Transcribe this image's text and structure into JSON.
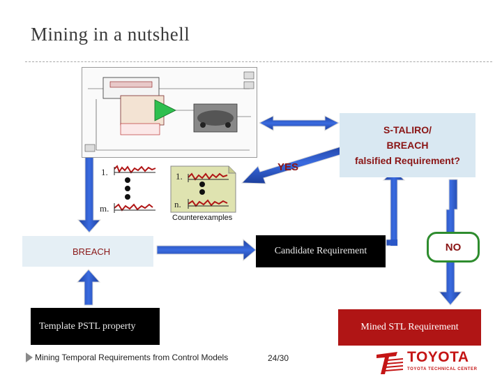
{
  "slide": {
    "title": "Mining in a nutshell"
  },
  "diagram": {
    "breach_box": "BREACH",
    "candidate_box": "Candidate Requirement",
    "template_box": "Template PSTL property",
    "mined_box": "Mined STL Requirement",
    "falsifier_box": {
      "line1": "S-TALIRO/",
      "line2": "BREACH",
      "line3": "falsified Requirement?"
    },
    "yes_label": "YES",
    "no_label": "NO",
    "counterexamples_label": "Counterexamples",
    "traces_left": {
      "first": "1.",
      "last": "m."
    },
    "traces_counterexamples": {
      "first": "1.",
      "last": "n."
    }
  },
  "footer": {
    "text": "Mining Temporal Requirements from Control Models",
    "page": "24/30"
  },
  "brand": {
    "name": "TOYOTA",
    "subtitle": "TOYOTA TECHNICAL CENTER"
  },
  "colors": {
    "arrow_blue": "#2a57c8",
    "accent_red": "#b01515",
    "no_green": "#2e8c2e"
  },
  "icons": {
    "arrow": "block-arrow",
    "footer_bullet": "triangle-right-icon",
    "brand_logo": "toyota-logo"
  }
}
